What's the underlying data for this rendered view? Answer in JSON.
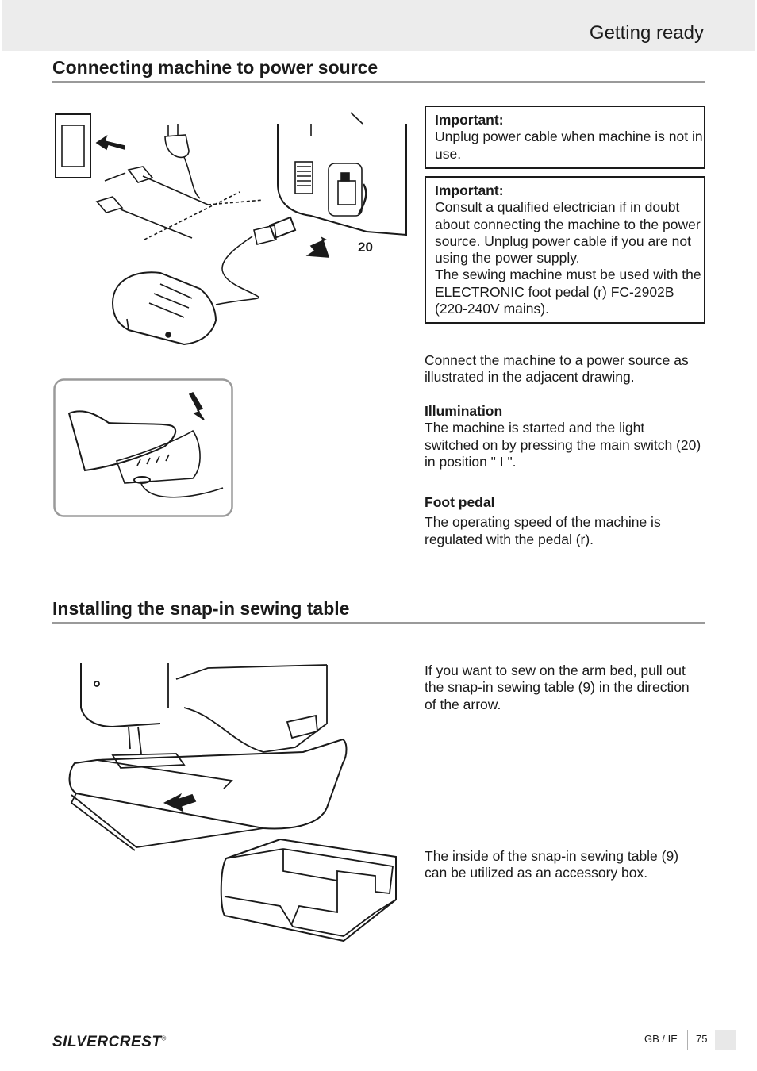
{
  "header": {
    "chapter": "Getting ready"
  },
  "section1": {
    "title": "Connecting machine to power source",
    "callout_number": "20",
    "box1": {
      "heading": "Important:",
      "text": "Unplug power cable when machine is not in use."
    },
    "box2": {
      "heading": "Important:",
      "text1": "Consult a qualified electrician if in doubt about connecting the machine to the power source. Unplug power cable if you are not using the power supply.",
      "text2": "The sewing machine must be used with the ELECTRONIC foot pedal (r) FC-2902B (220-240V mains)."
    },
    "connect_text": "Connect the machine to a power source as illustrated in the adjacent drawing.",
    "illumination": {
      "heading": "Illumination",
      "text": "The machine is started and the light switched on by pressing the main switch (20) in position \" I \"."
    },
    "foot_pedal": {
      "heading": "Foot pedal",
      "text": "The operating speed of the machine is regulated with the pedal (r)."
    }
  },
  "section2": {
    "title": "Installing the snap-in sewing table",
    "text1": "If you want to sew on the arm bed, pull out the snap-in sewing table (9) in the direction of the arrow.",
    "text2": "The inside of the snap-in sewing table (9) can be utilized as an accessory box."
  },
  "footer": {
    "brand": "SILVERCREST",
    "brand_mark": "®",
    "lang": "GB / IE",
    "page": "75"
  }
}
